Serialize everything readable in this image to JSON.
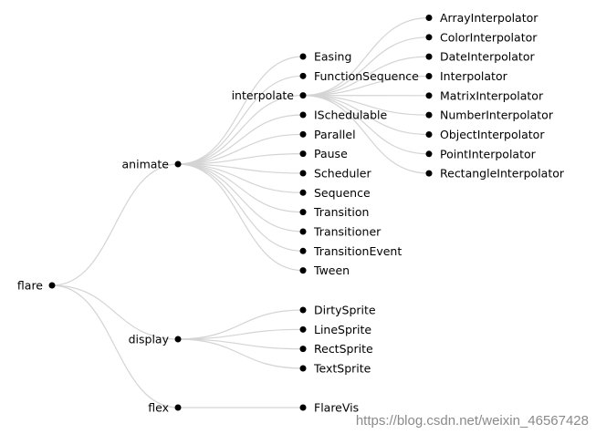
{
  "tree": {
    "name": "flare",
    "children": [
      {
        "name": "animate",
        "children": [
          {
            "name": "Easing"
          },
          {
            "name": "FunctionSequence"
          },
          {
            "name": "interpolate",
            "children": [
              {
                "name": "ArrayInterpolator"
              },
              {
                "name": "ColorInterpolator"
              },
              {
                "name": "DateInterpolator"
              },
              {
                "name": "Interpolator"
              },
              {
                "name": "MatrixInterpolator"
              },
              {
                "name": "NumberInterpolator"
              },
              {
                "name": "ObjectInterpolator"
              },
              {
                "name": "PointInterpolator"
              },
              {
                "name": "RectangleInterpolator"
              }
            ]
          },
          {
            "name": "ISchedulable"
          },
          {
            "name": "Parallel"
          },
          {
            "name": "Pause"
          },
          {
            "name": "Scheduler"
          },
          {
            "name": "Sequence"
          },
          {
            "name": "Transition"
          },
          {
            "name": "Transitioner"
          },
          {
            "name": "TransitionEvent"
          },
          {
            "name": "Tween"
          }
        ]
      },
      {
        "name": "display",
        "children": [
          {
            "name": "DirtySprite"
          },
          {
            "name": "LineSprite"
          },
          {
            "name": "RectSprite"
          },
          {
            "name": "TextSprite"
          }
        ]
      },
      {
        "name": "flex",
        "children": [
          {
            "name": "FlareVis"
          }
        ]
      }
    ]
  },
  "watermark": "https://blog.csdn.net/weixin_46567428",
  "colors": {
    "link": "#d4d4d4",
    "node": "#000000",
    "text": "#000000"
  }
}
